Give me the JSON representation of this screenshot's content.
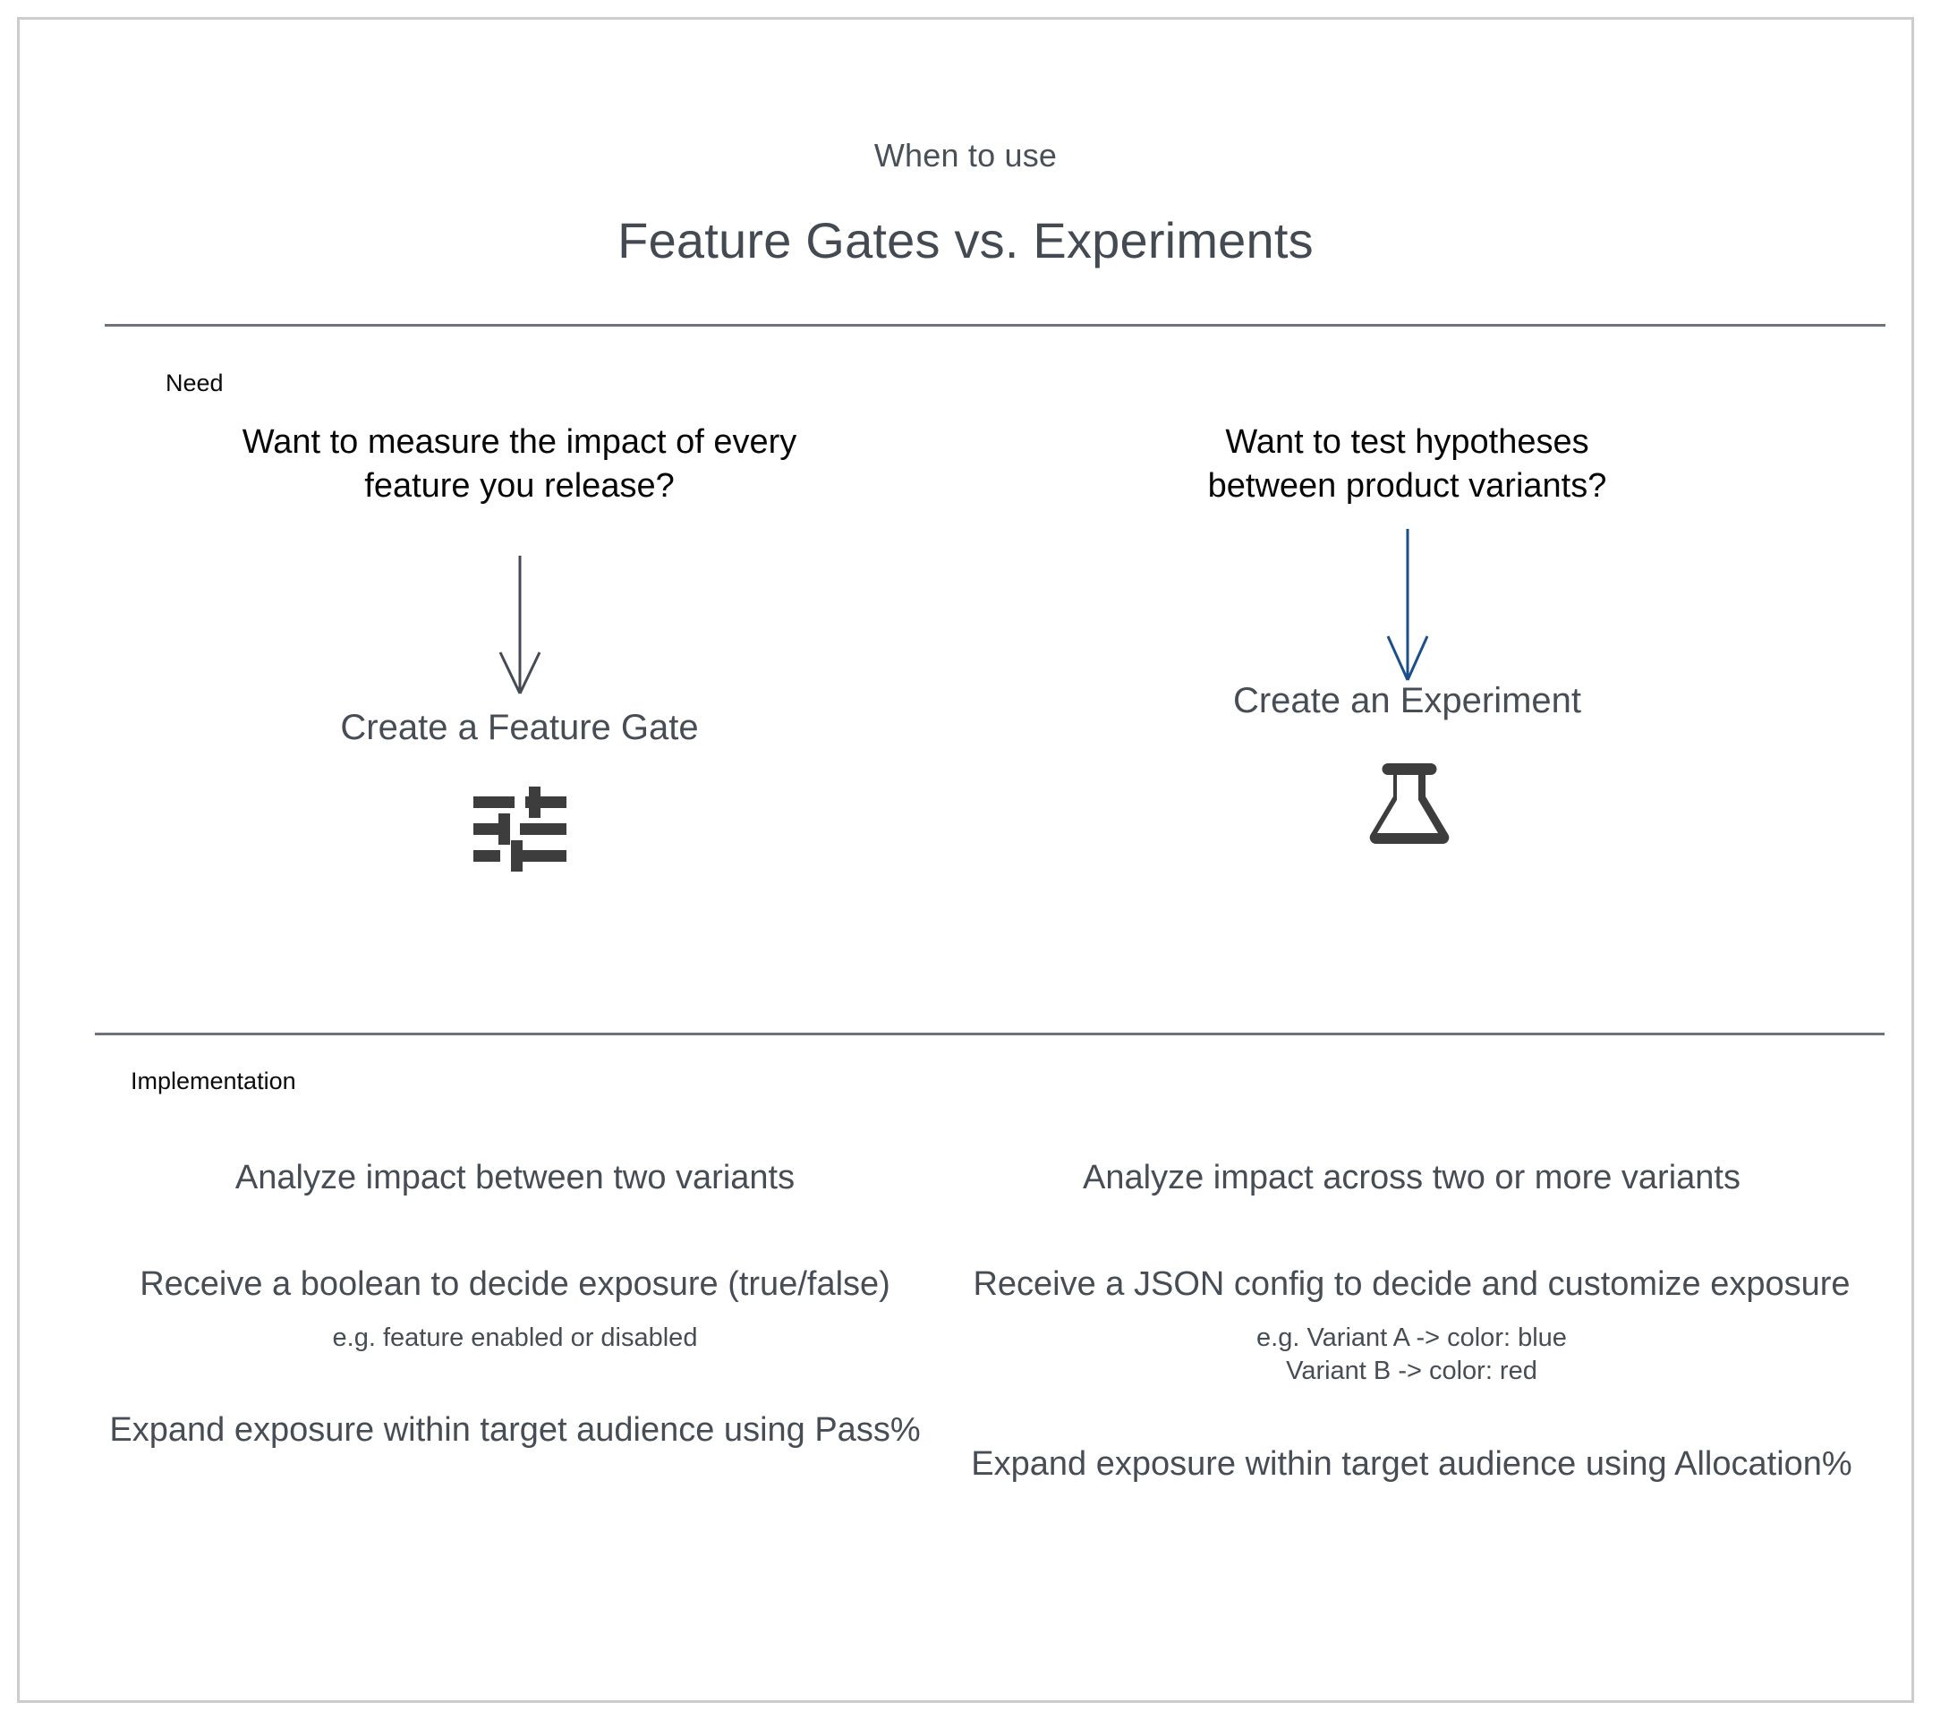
{
  "header": {
    "eyebrow": "When to use",
    "title": "Feature Gates vs. Experiments"
  },
  "sections": {
    "need_label": "Need",
    "implementation_label": "Implementation"
  },
  "colors": {
    "frame_border": "#cccccc",
    "divider": "#6c737d",
    "title_text": "#444a52",
    "body_text": "#474d55",
    "question_text": "#060606",
    "label_text": "#0b0b0b",
    "arrow_left": "#454b54",
    "arrow_right": "#1b4f8a",
    "icon_fill": "#3d3d3d"
  },
  "need": {
    "left": {
      "question": "Want to measure the impact of every feature you release?",
      "arrow_icon": "down-arrow-icon",
      "arrow_color": "#454b54",
      "outcome": "Create a Feature Gate",
      "icon": "sliders-tune-icon"
    },
    "right": {
      "question": "Want to test hypotheses between product variants?",
      "arrow_icon": "down-arrow-icon",
      "arrow_color": "#1b4f8a",
      "outcome": "Create an Experiment",
      "icon": "flask-icon"
    }
  },
  "implementation": {
    "left": {
      "point_1": "Analyze impact between two variants",
      "point_2_main": "Receive a boolean to decide exposure (true/false)",
      "point_2_eg": "e.g. feature enabled or disabled",
      "point_3": "Expand exposure within target audience using Pass%"
    },
    "right": {
      "point_1": "Analyze impact across two or more variants",
      "point_2_main": "Receive a JSON config to decide and customize exposure",
      "point_2_eg_line_1": "e.g. Variant A -> color: blue",
      "point_2_eg_line_2": "Variant B -> color: red",
      "point_3": "Expand exposure within target audience using Allocation%"
    }
  }
}
